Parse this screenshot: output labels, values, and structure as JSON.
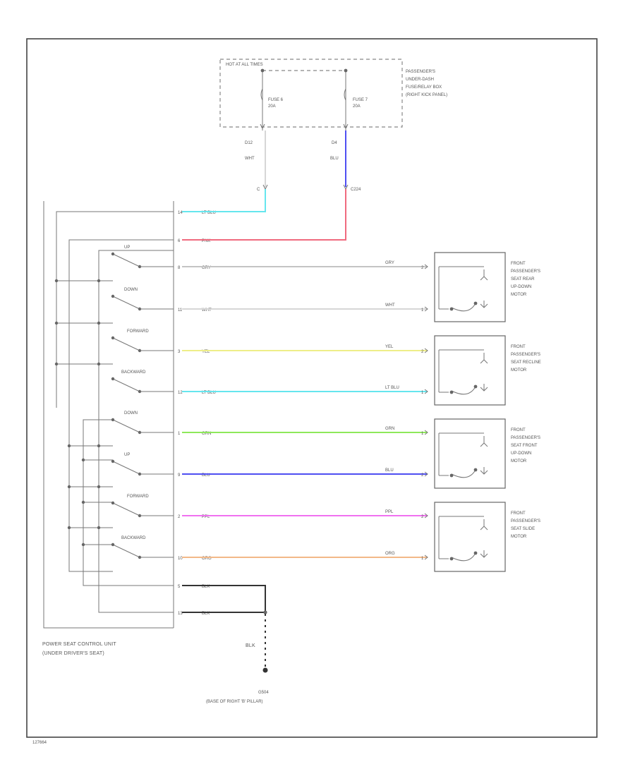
{
  "fuse_box": {
    "header": "HOT AT ALL TIMES",
    "label_lines": [
      "PASSENGER'S",
      "UNDER-DASH",
      "FUSE/RELAY BOX",
      "(RIGHT KICK PANEL)"
    ],
    "fuse_a": {
      "name": "FUSE 6",
      "amps": "20A",
      "term": "D12",
      "color": "WHT"
    },
    "fuse_b": {
      "name": "FUSE 7",
      "amps": "20A",
      "term": "D4",
      "color": "BLU"
    }
  },
  "junction": {
    "left": "C",
    "right": "C224"
  },
  "wires": [
    {
      "pin": "14",
      "color": "LT BLU",
      "hex": "#66e6ee"
    },
    {
      "pin": "6",
      "color": "PNK",
      "hex": "#f06a7e"
    },
    {
      "pin": "8",
      "color": "GRY",
      "rcolor": "GRY",
      "rpin": "2",
      "hex": "#c4c4c4"
    },
    {
      "pin": "11",
      "color": "WHT",
      "rcolor": "WHT",
      "rpin": "1",
      "hex": "#d6d6d6"
    },
    {
      "pin": "3",
      "color": "YEL",
      "rcolor": "YEL",
      "rpin": "2",
      "hex": "#eeee88"
    },
    {
      "pin": "12",
      "color": "LT BLU",
      "rcolor": "LT BLU",
      "rpin": "1",
      "hex": "#66e6ee"
    },
    {
      "pin": "1",
      "color": "GRN",
      "rcolor": "GRN",
      "rpin": "1",
      "hex": "#8ee85a"
    },
    {
      "pin": "9",
      "color": "BLU",
      "rcolor": "BLU",
      "rpin": "2",
      "hex": "#4f4ff2"
    },
    {
      "pin": "2",
      "color": "PPL",
      "rcolor": "PPL",
      "rpin": "2",
      "hex": "#f071f0"
    },
    {
      "pin": "10",
      "color": "ORG",
      "rcolor": "ORG",
      "rpin": "1",
      "hex": "#f2b888"
    },
    {
      "pin": "5",
      "color": "BLK",
      "hex": "#333333"
    },
    {
      "pin": "13",
      "color": "BLK",
      "hex": "#333333"
    }
  ],
  "switches": [
    "UP",
    "DOWN",
    "FORWARD",
    "BACKWARD",
    "DOWN",
    "UP",
    "FORWARD",
    "BACKWARD"
  ],
  "motors": [
    {
      "lines": [
        "FRONT",
        "PASSENGER'S",
        "SEAT REAR",
        "UP-DOWN",
        "MOTOR"
      ]
    },
    {
      "lines": [
        "FRONT",
        "PASSENGER'S",
        "SEAT RECLINE",
        "MOTOR"
      ]
    },
    {
      "lines": [
        "FRONT",
        "PASSENGER'S",
        "SEAT FRONT",
        "UP-DOWN",
        "MOTOR"
      ]
    },
    {
      "lines": [
        "FRONT",
        "PASSENGER'S",
        "SEAT SLIDE",
        "MOTOR"
      ]
    }
  ],
  "control_unit": {
    "lines": [
      "POWER SEAT CONTROL UNIT",
      "(UNDER DRIVER'S SEAT)"
    ]
  },
  "ground": {
    "color": "BLK",
    "name": "G504",
    "location": "(BASE OF RIGHT 'B' PILLAR)"
  },
  "figure_id": "127664"
}
